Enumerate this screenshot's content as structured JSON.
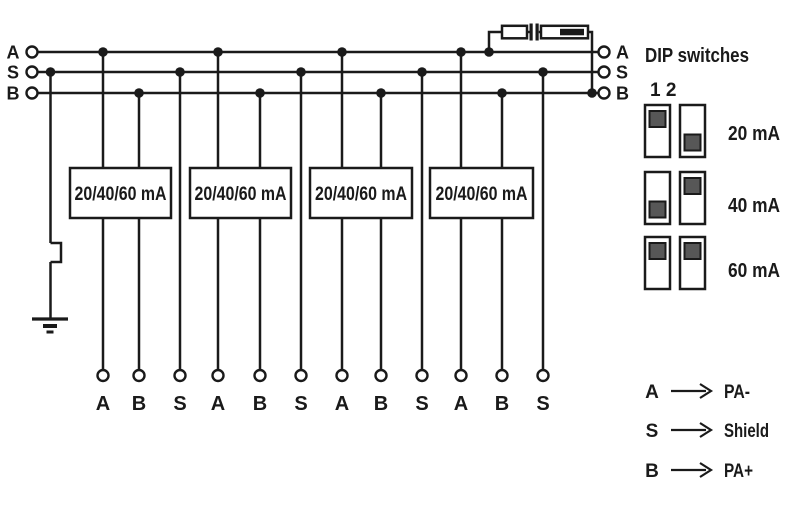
{
  "bus": {
    "left_labels": [
      "A",
      "S",
      "B"
    ],
    "right_labels": [
      "A",
      "S",
      "B"
    ]
  },
  "channels": {
    "box_label": "20/40/60 mA",
    "terminal_labels": [
      "A",
      "B",
      "S",
      "A",
      "B",
      "S",
      "A",
      "B",
      "S",
      "A",
      "B",
      "S"
    ]
  },
  "dip": {
    "title": "DIP switches",
    "columns_label": "1 2",
    "rows": [
      {
        "label": "20 mA",
        "sw1": "up",
        "sw2": "down"
      },
      {
        "label": "40 mA",
        "sw1": "down",
        "sw2": "up"
      },
      {
        "label": "60 mA",
        "sw1": "up",
        "sw2": "up"
      }
    ]
  },
  "legend": {
    "rows": [
      {
        "key": "A",
        "value": "PA-"
      },
      {
        "key": "S",
        "value": "Shield"
      },
      {
        "key": "B",
        "value": "PA+"
      }
    ]
  },
  "colors": {
    "line": "#1a1a1a",
    "knob_fill": "#575757",
    "background": "#ffffff"
  }
}
